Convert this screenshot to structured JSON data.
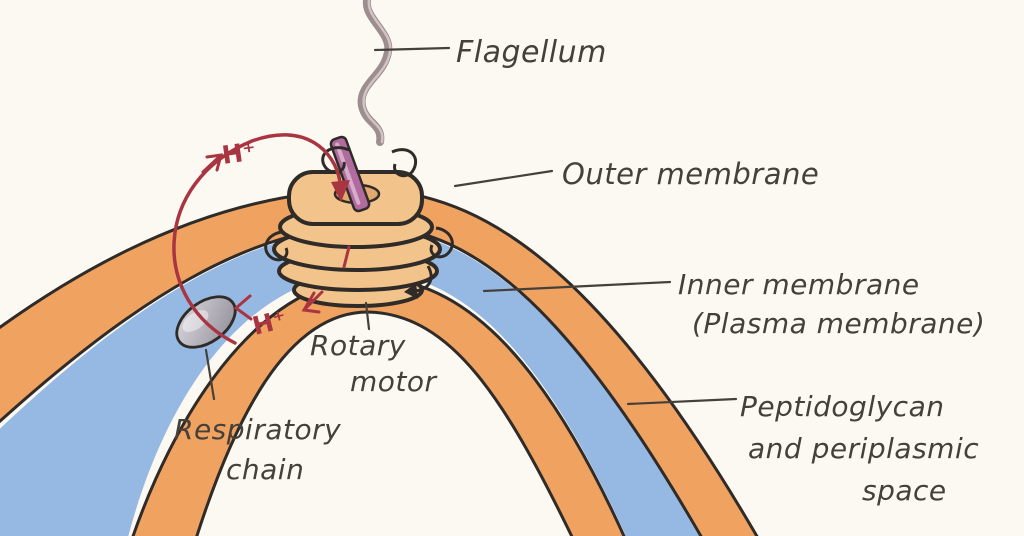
{
  "labels": {
    "flagellum": "Flagellum",
    "outer_membrane": "Outer membrane",
    "inner_membrane": "Inner membrane",
    "inner_membrane_alt": "(Plasma membrane)",
    "rotary_motor_1": "Rotary",
    "rotary_motor_2": "motor",
    "respiratory_chain_1": "Respiratory",
    "respiratory_chain_2": "chain",
    "peptidoglycan_1": "Peptidoglycan",
    "peptidoglycan_2": "and periplasmic",
    "peptidoglycan_3": "space"
  },
  "annotations": {
    "proton_in": "H⁺",
    "proton_out": "H⁺"
  },
  "colors": {
    "background": "#fcf9f3",
    "membrane_orange": "#f0a261",
    "periplasm_blue": "#8ab1e0",
    "motor_tan": "#f2c38b",
    "motor_opening_tan": "#e2a96e",
    "rod_pink": "#b26b9f",
    "respiratory_gray": "#b7b4bd",
    "flagellum_gray": "#9c8e8f",
    "annotation_red": "#a93540",
    "ink": "#2f2b28",
    "label_ink": "#46403a"
  }
}
